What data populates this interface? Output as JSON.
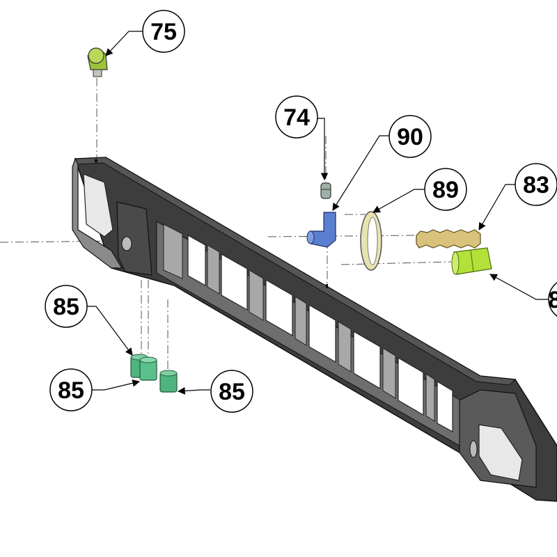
{
  "diagram": {
    "callouts": [
      {
        "id": "c75",
        "label": "75"
      },
      {
        "id": "c74",
        "label": "74"
      },
      {
        "id": "c90",
        "label": "90"
      },
      {
        "id": "c89",
        "label": "89"
      },
      {
        "id": "c83",
        "label": "83"
      },
      {
        "id": "c8x",
        "label": "8"
      },
      {
        "id": "c85a",
        "label": "85"
      },
      {
        "id": "c85b",
        "label": "85"
      },
      {
        "id": "c85c",
        "label": "85"
      }
    ],
    "colors": {
      "frame": "#3d3d3d",
      "frame_top": "#4a4a4a",
      "frame_light": "#8a8a8a",
      "part_75": "#9cc23a",
      "part_74": "#9fb0a6",
      "part_90": "#5b7fd0",
      "part_89": "#e7e3b0",
      "part_83": "#d9c27a",
      "part_green": "#b4e03a",
      "part_85": "#4fb47e"
    }
  }
}
